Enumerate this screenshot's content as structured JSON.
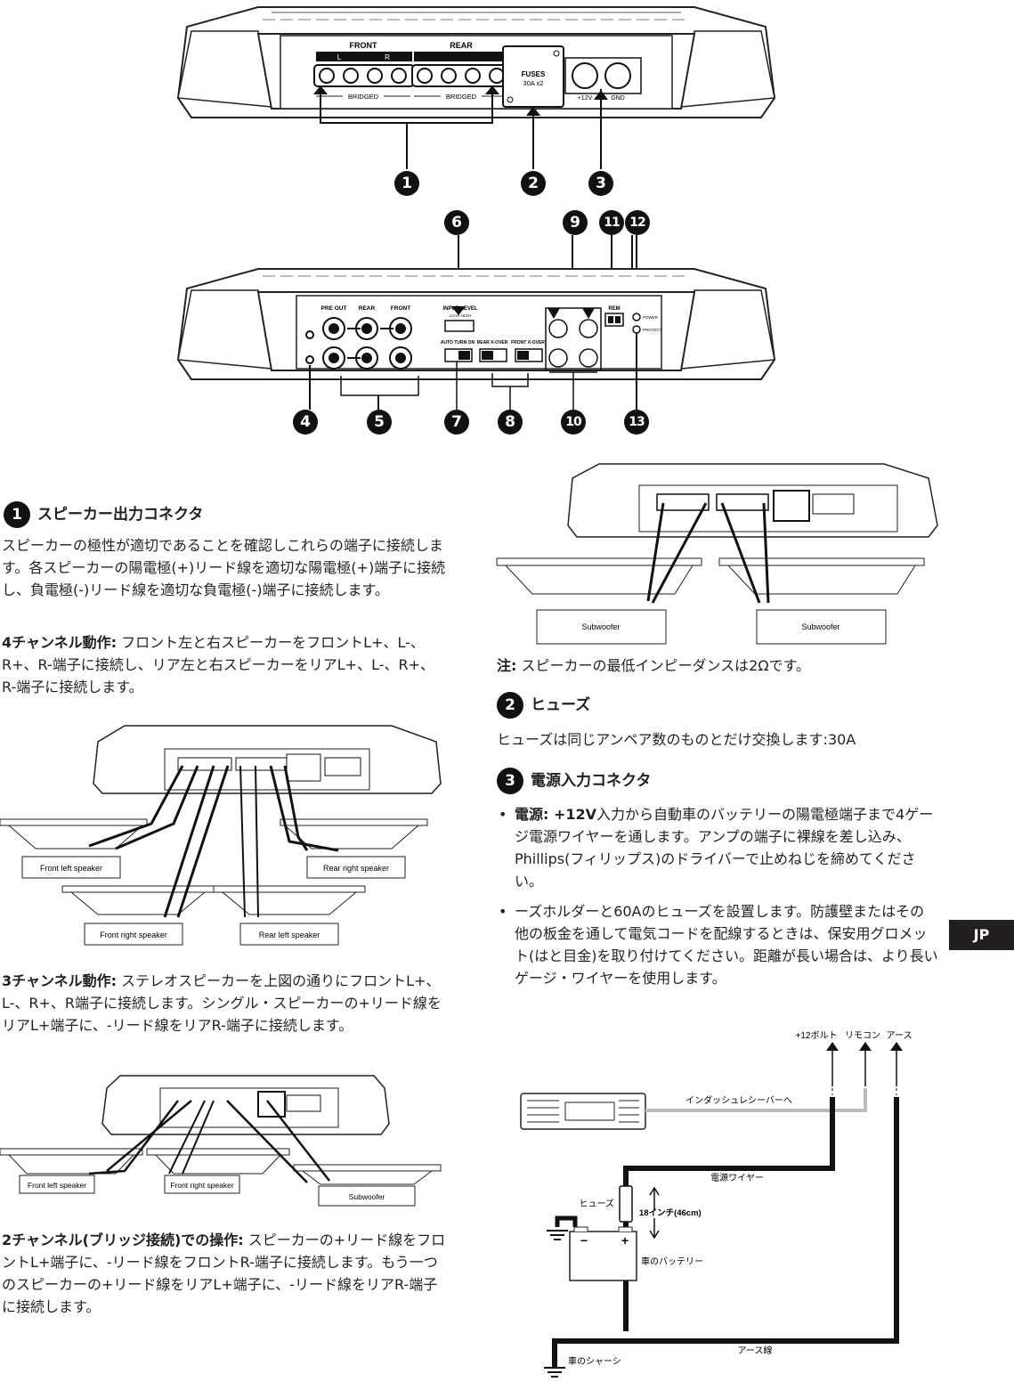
{
  "top_panel": {
    "front_label": "FRONT",
    "rear_label": "REAR",
    "l_mark": "L",
    "r_mark": "R",
    "bridged_label": "BRIDGED",
    "fuses_label": "FUSES",
    "fuses_value": "30A x2",
    "plus12v": "+12V",
    "gnd": "GND",
    "callouts": [
      "1",
      "2",
      "3"
    ]
  },
  "side_panel": {
    "pre_out": "PRE OUT",
    "rear": "REAR",
    "front": "FRONT",
    "input_level": "INPUT LEVEL",
    "level_options": "LO  HI  HIGH",
    "auto_turn_on": "AUTO TURN ON",
    "rear_xover": "REAR X-OVER",
    "front_xover": "FRONT X-OVER",
    "rem": "REM",
    "power": "POWER",
    "protect": "PROTECT",
    "callouts_top": [
      "6",
      "9",
      "11",
      "12"
    ],
    "callouts_bottom": [
      "4",
      "5",
      "7",
      "8",
      "10",
      "13"
    ]
  },
  "section1": {
    "num": "1",
    "title": "スピーカー出力コネクタ",
    "p1": "スピーカーの極性が適切であることを確認しこれらの端子に接続します。各スピーカーの陽電極(+)リード線を適切な陽電極(+)端子に接続し、負電極(-)リード線を適切な負電極(-)端子に接続します。",
    "p2_label": "4チャンネル動作:",
    "p2_text": " フロント左と右スピーカーをフロントL+、L-、R+、R-端子に接続し、リア左と右スピーカーをリアL+、L-、R+、R-端子に接続します。",
    "diag_4ch": {
      "front_left": "Front left speaker",
      "rear_right": "Rear right speaker",
      "front_right": "Front right speaker",
      "rear_left": "Rear left speaker"
    },
    "p3_label": "3チャンネル動作:",
    "p3_text": " ステレオスピーカーを上図の通りにフロントL+、L-、R+、R端子に接続します。シングル・スピーカーの+リード線をリアL+端子に、-リード線をリアR-端子に接続します。",
    "diag_3ch": {
      "front_left": "Front left speaker",
      "front_right": "Front right speaker",
      "subwoofer": "Subwoofer"
    },
    "p4_label": "2チャンネル(ブリッジ接続)での操作:",
    "p4_text": " スピーカーの+リード線をフロントL+端子に、-リード線をフロントR-端子に接続します。もう一つのスピーカーの+リード線をリアL+端子に、-リード線をリアR-端子に接続します。"
  },
  "right_col": {
    "diag_2ch": {
      "sub1": "Subwoofer",
      "sub2": "Subwoofer"
    },
    "note_label": "注:",
    "note_text": " スピーカーの最低インピーダンスは2Ωです。",
    "section2": {
      "num": "2",
      "title": "ヒューズ",
      "text": "ヒューズは同じアンペア数のものとだけ交換します:30A"
    },
    "section3": {
      "num": "3",
      "title": "電源入力コネクタ",
      "b1_label": "電源: +12V",
      "b1_text": "入力から自動車のバッテリーの陽電極端子まで4ゲージ電源ワイヤーを通します。アンプの端子に裸線を差し込み、Phillips(フィリップス)のドライバーで止めねじを締めてください。",
      "b2_text": "ーズホルダーと60Aのヒューズを設置します。防護壁またはその他の板金を通して電気コードを配線するときは、保安用グロメット(はと目金)を取り付けてください。距離が長い場合は、より長いゲージ・ワイヤーを使用します。"
    },
    "wiring": {
      "plus12_bolt": "+12ボルト",
      "remote": "リモコン",
      "earth": "アース",
      "to_receiver": "インダッシュレシーバーへ",
      "power_wire": "電源ワイヤー",
      "fuse": "ヒューズ",
      "length": "18インチ(46cm)",
      "battery": "車のバッテリー",
      "ground_wire": "アース線",
      "chassis": "車のシャーシ"
    }
  },
  "tab": {
    "label": "JP"
  }
}
